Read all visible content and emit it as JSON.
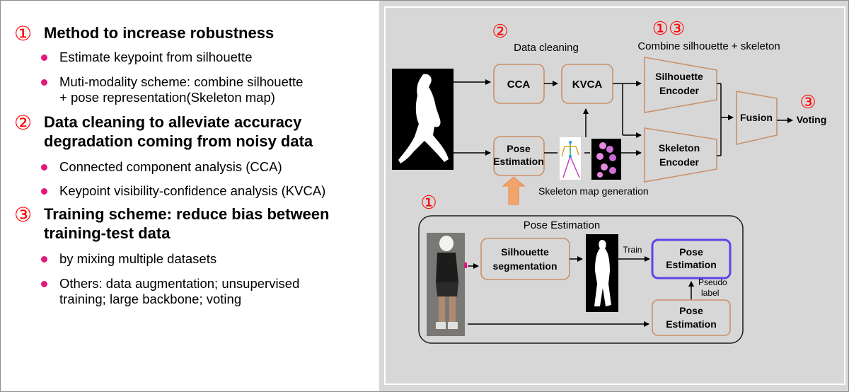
{
  "left": {
    "sections": [
      {
        "num": "①",
        "title_lines": [
          "Method to increase robustness"
        ],
        "bullets": [
          [
            "Estimate keypoint from silhouette"
          ],
          [
            "Muti-modality scheme: combine silhouette",
            "+ pose representation(Skeleton map)"
          ]
        ]
      },
      {
        "num": "②",
        "title_lines": [
          "Data cleaning to alleviate accuracy",
          "degradation coming from noisy data"
        ],
        "bullets": [
          [
            "Connected component analysis (CCA)"
          ],
          [
            "Keypoint visibility-confidence analysis (KVCA)"
          ]
        ]
      },
      {
        "num": "③",
        "title_lines": [
          "Training scheme: reduce bias between",
          "training-test data"
        ],
        "bullets": [
          [
            "by mixing multiple datasets"
          ],
          [
            "Others: data augmentation; unsupervised",
            "training; large backbone; voting"
          ]
        ]
      }
    ]
  },
  "diagram": {
    "colors": {
      "accent_red": "#ff0000",
      "box_border": "#c8916a",
      "highlight_border": "#5b45e8",
      "bullet": "#e0187e",
      "arrow_fill": "#f3a46b"
    },
    "marker_data_cleaning": "②",
    "label_data_cleaning": "Data cleaning",
    "marker_combine": "①③",
    "label_combine": "Combine silhouette + skeleton",
    "box_cca": "CCA",
    "box_kvca": "KVCA",
    "box_pose_est_top": [
      "Pose",
      "Estimation"
    ],
    "encoder_silhouette": [
      "Silhouette",
      "Encoder"
    ],
    "encoder_skeleton": [
      "Skeleton",
      "Encoder"
    ],
    "box_fusion": "Fusion",
    "marker_voting": "③",
    "label_voting": "Voting",
    "label_skeleton_map": "Skeleton map generation",
    "marker_pose": "①",
    "pose_panel_title": "Pose Estimation",
    "box_sil_seg": [
      "Silhouette",
      "segmentation"
    ],
    "label_train": "Train",
    "box_pose_highlight": [
      "Pose",
      "Estimation"
    ],
    "label_pseudo": [
      "Pseudo",
      "label"
    ],
    "box_pose_bottom": [
      "Pose",
      "Estimation"
    ]
  }
}
